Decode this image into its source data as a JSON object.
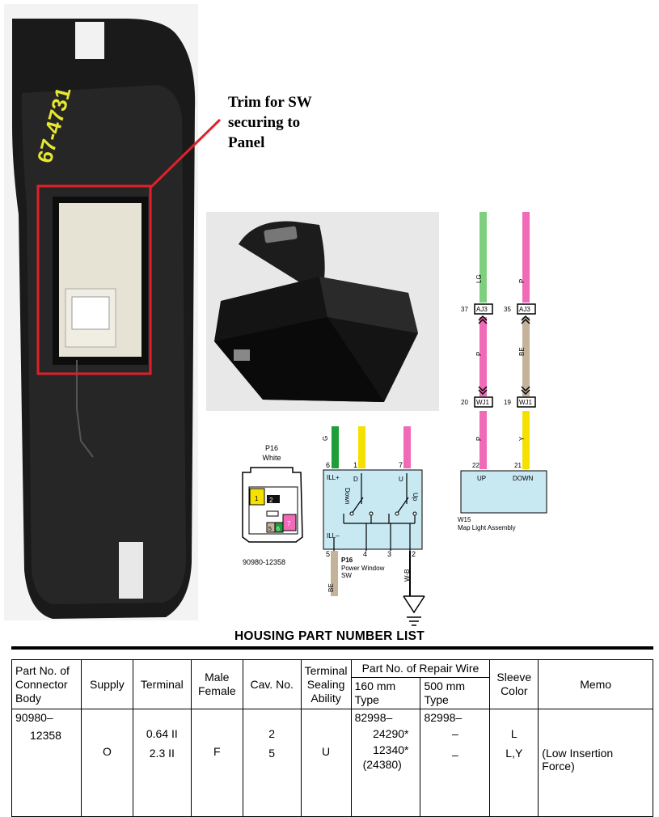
{
  "callout": {
    "lines": [
      "Trim for SW",
      "securing to",
      "Panel"
    ],
    "color": "#e0202a"
  },
  "panel_photo": {
    "sticker_text": "67-4731"
  },
  "connector_view": {
    "id": "P16",
    "color_name": "White",
    "part_number": "90980-12358",
    "cavities": [
      "1",
      "2",
      "5",
      "6",
      "7"
    ]
  },
  "switch_schematic": {
    "pins_top": [
      {
        "pin": "6",
        "wire": "G",
        "color": "#1e9e3a"
      },
      {
        "pin": "1",
        "wire": "",
        "color": "#f5e000"
      },
      {
        "pin": "7",
        "wire": "",
        "color": "#f06ab8"
      }
    ],
    "labels": {
      "ill_plus": "ILL+",
      "d": "D",
      "u": "U",
      "down": "Down",
      "up": "Up",
      "ill_minus": "ILL–"
    },
    "pins_bottom": [
      {
        "pin": "5",
        "wire": "BE",
        "color": "#c4b29a"
      },
      {
        "pin": "4"
      },
      {
        "pin": "3"
      },
      {
        "pin": "2",
        "wire": "W-B"
      }
    ],
    "id": "P16",
    "name_lines": [
      "Power Window",
      "SW"
    ]
  },
  "map_light": {
    "left": {
      "wire_top": "LG",
      "conn_pin": "37",
      "conn": "AJ3",
      "wire_mid": "P",
      "conn2_pin": "20",
      "conn2": "WJ1",
      "wire_bot": "P",
      "pin": "22",
      "func": "UP"
    },
    "right": {
      "wire_top": "P",
      "conn_pin": "35",
      "conn": "AJ3",
      "wire_mid": "BE",
      "conn2_pin": "19",
      "conn2": "WJ1",
      "wire_bot": "Y",
      "pin": "21",
      "func": "DOWN"
    },
    "id": "W15",
    "name": "Map Light Assembly",
    "box_color": "#c8e8f2"
  },
  "table": {
    "title": "HOUSING PART NUMBER LIST",
    "headers": {
      "part_no": [
        "Part No. of",
        "Connector",
        "Body"
      ],
      "supply": "Supply",
      "terminal": "Terminal",
      "male_female": [
        "Male",
        "Female"
      ],
      "cav_no": "Cav. No.",
      "sealing": [
        "Terminal",
        "Sealing",
        "Ability"
      ],
      "repair_wire": "Part No. of Repair Wire",
      "w160": [
        "160 mm",
        "Type"
      ],
      "w500": [
        "500 mm",
        "Type"
      ],
      "sleeve": [
        "Sleeve",
        "Color"
      ],
      "memo": "Memo"
    },
    "row": {
      "part_no": [
        "90980–",
        "12358"
      ],
      "supply": "O",
      "terminal": [
        "0.64 II",
        "2.3 II"
      ],
      "male_female": "F",
      "cav_no": [
        "2",
        "5"
      ],
      "sealing": "U",
      "w160": [
        "82998–",
        "24290*",
        "12340*",
        "(24380)"
      ],
      "w500": [
        "82998–",
        "–",
        "–"
      ],
      "sleeve": [
        "L",
        "L,Y"
      ],
      "memo": [
        "(Low Insertion",
        "Force)"
      ]
    }
  }
}
